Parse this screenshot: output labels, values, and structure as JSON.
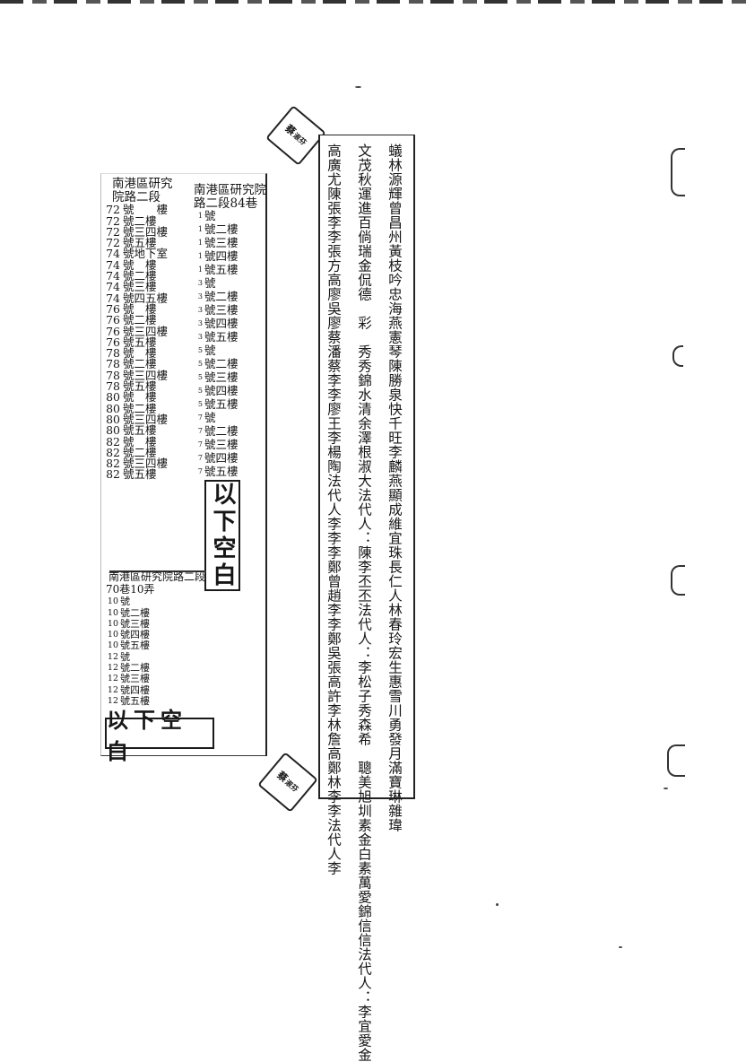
{
  "left_headers": {
    "col1": [
      "南港區研究",
      "院路二段"
    ],
    "col2": [
      "南港區研究院",
      "路二段84巷"
    ]
  },
  "left_col1_rows": [
    {
      "n": "72",
      "t": "號　　樓"
    },
    {
      "n": "72",
      "t": "號二樓"
    },
    {
      "n": "72",
      "t": "號三四樓"
    },
    {
      "n": "72",
      "t": "號五樓"
    },
    {
      "n": "74",
      "t": "號地下室"
    },
    {
      "n": "74",
      "t": "號　樓"
    },
    {
      "n": "74",
      "t": "號二樓"
    },
    {
      "n": "74",
      "t": "號三樓"
    },
    {
      "n": "74",
      "t": "號四五樓"
    },
    {
      "n": "76",
      "t": "號　樓"
    },
    {
      "n": "76",
      "t": "號二樓"
    },
    {
      "n": "76",
      "t": "號三四樓"
    },
    {
      "n": "76",
      "t": "號五樓"
    },
    {
      "n": "78",
      "t": "號　樓"
    },
    {
      "n": "78",
      "t": "號二樓"
    },
    {
      "n": "78",
      "t": "號三四樓"
    },
    {
      "n": "78",
      "t": "號五樓"
    },
    {
      "n": "80",
      "t": "號　樓"
    },
    {
      "n": "80",
      "t": "號二樓"
    },
    {
      "n": "80",
      "t": "號三四樓"
    },
    {
      "n": "80",
      "t": "號五樓"
    },
    {
      "n": "82",
      "t": "號　樓"
    },
    {
      "n": "82",
      "t": "號二樓"
    },
    {
      "n": "82",
      "t": "號三四樓"
    },
    {
      "n": "82",
      "t": "號五樓"
    }
  ],
  "left_col2_rows": [
    {
      "n": "1",
      "t": "號"
    },
    {
      "n": "1",
      "t": "號二樓"
    },
    {
      "n": "1",
      "t": "號三樓"
    },
    {
      "n": "1",
      "t": "號四樓"
    },
    {
      "n": "1",
      "t": "號五樓"
    },
    {
      "n": "3",
      "t": "號"
    },
    {
      "n": "3",
      "t": "號二樓"
    },
    {
      "n": "3",
      "t": "號三樓"
    },
    {
      "n": "3",
      "t": "號四樓"
    },
    {
      "n": "3",
      "t": "號五樓"
    },
    {
      "n": "5",
      "t": "號"
    },
    {
      "n": "5",
      "t": "號二樓"
    },
    {
      "n": "5",
      "t": "號三樓"
    },
    {
      "n": "5",
      "t": "號四樓"
    },
    {
      "n": "5",
      "t": "號五樓"
    },
    {
      "n": "7",
      "t": "號"
    },
    {
      "n": "7",
      "t": "號二樓"
    },
    {
      "n": "7",
      "t": "號三樓"
    },
    {
      "n": "7",
      "t": "號四樓"
    },
    {
      "n": "7",
      "t": "號五樓"
    }
  ],
  "left_section2": {
    "header1": "南港區研究院路二段",
    "header2": "70巷10弄",
    "rows": [
      {
        "n": "10",
        "t": "號"
      },
      {
        "n": "10",
        "t": "號二樓"
      },
      {
        "n": "10",
        "t": "號三樓"
      },
      {
        "n": "10",
        "t": "號四樓"
      },
      {
        "n": "10",
        "t": "號五樓"
      },
      {
        "n": "12",
        "t": "號"
      },
      {
        "n": "12",
        "t": "號二樓"
      },
      {
        "n": "12",
        "t": "號三樓"
      },
      {
        "n": "12",
        "t": "號四樓"
      },
      {
        "n": "12",
        "t": "號五樓"
      }
    ]
  },
  "stamps": {
    "vertical": "以下空白",
    "horizontal": "以下空白",
    "seal_top": "蔡",
    "seal_top_sub": "淑芬",
    "seal_bottom": "蔡",
    "seal_bottom_sub": "淑芬"
  },
  "names": {
    "col1": "蟻林源輝曾昌州黃枝吟忠海燕憲琴陳勝泉快千旺李麟燕顯成維宜珠長仁人林春玲宏生惠雪川勇發月滿寶琳雜瑋",
    "col2": "文茂秋運進百倘瑞金侃德　彩　秀秀錦水清余澤根淑大法代人：陳李丕丕法代人：李松子秀森希　聰美旭圳素金白素萬愛錦信信法代人：李宜愛金",
    "col3": "高廣尤陳張李李張方高廖吳廖蔡潘蔡李李廖王李楊陶法代人李李李鄭曾趙李李鄭吳張高許李林詹高鄭林李李法代人李"
  }
}
